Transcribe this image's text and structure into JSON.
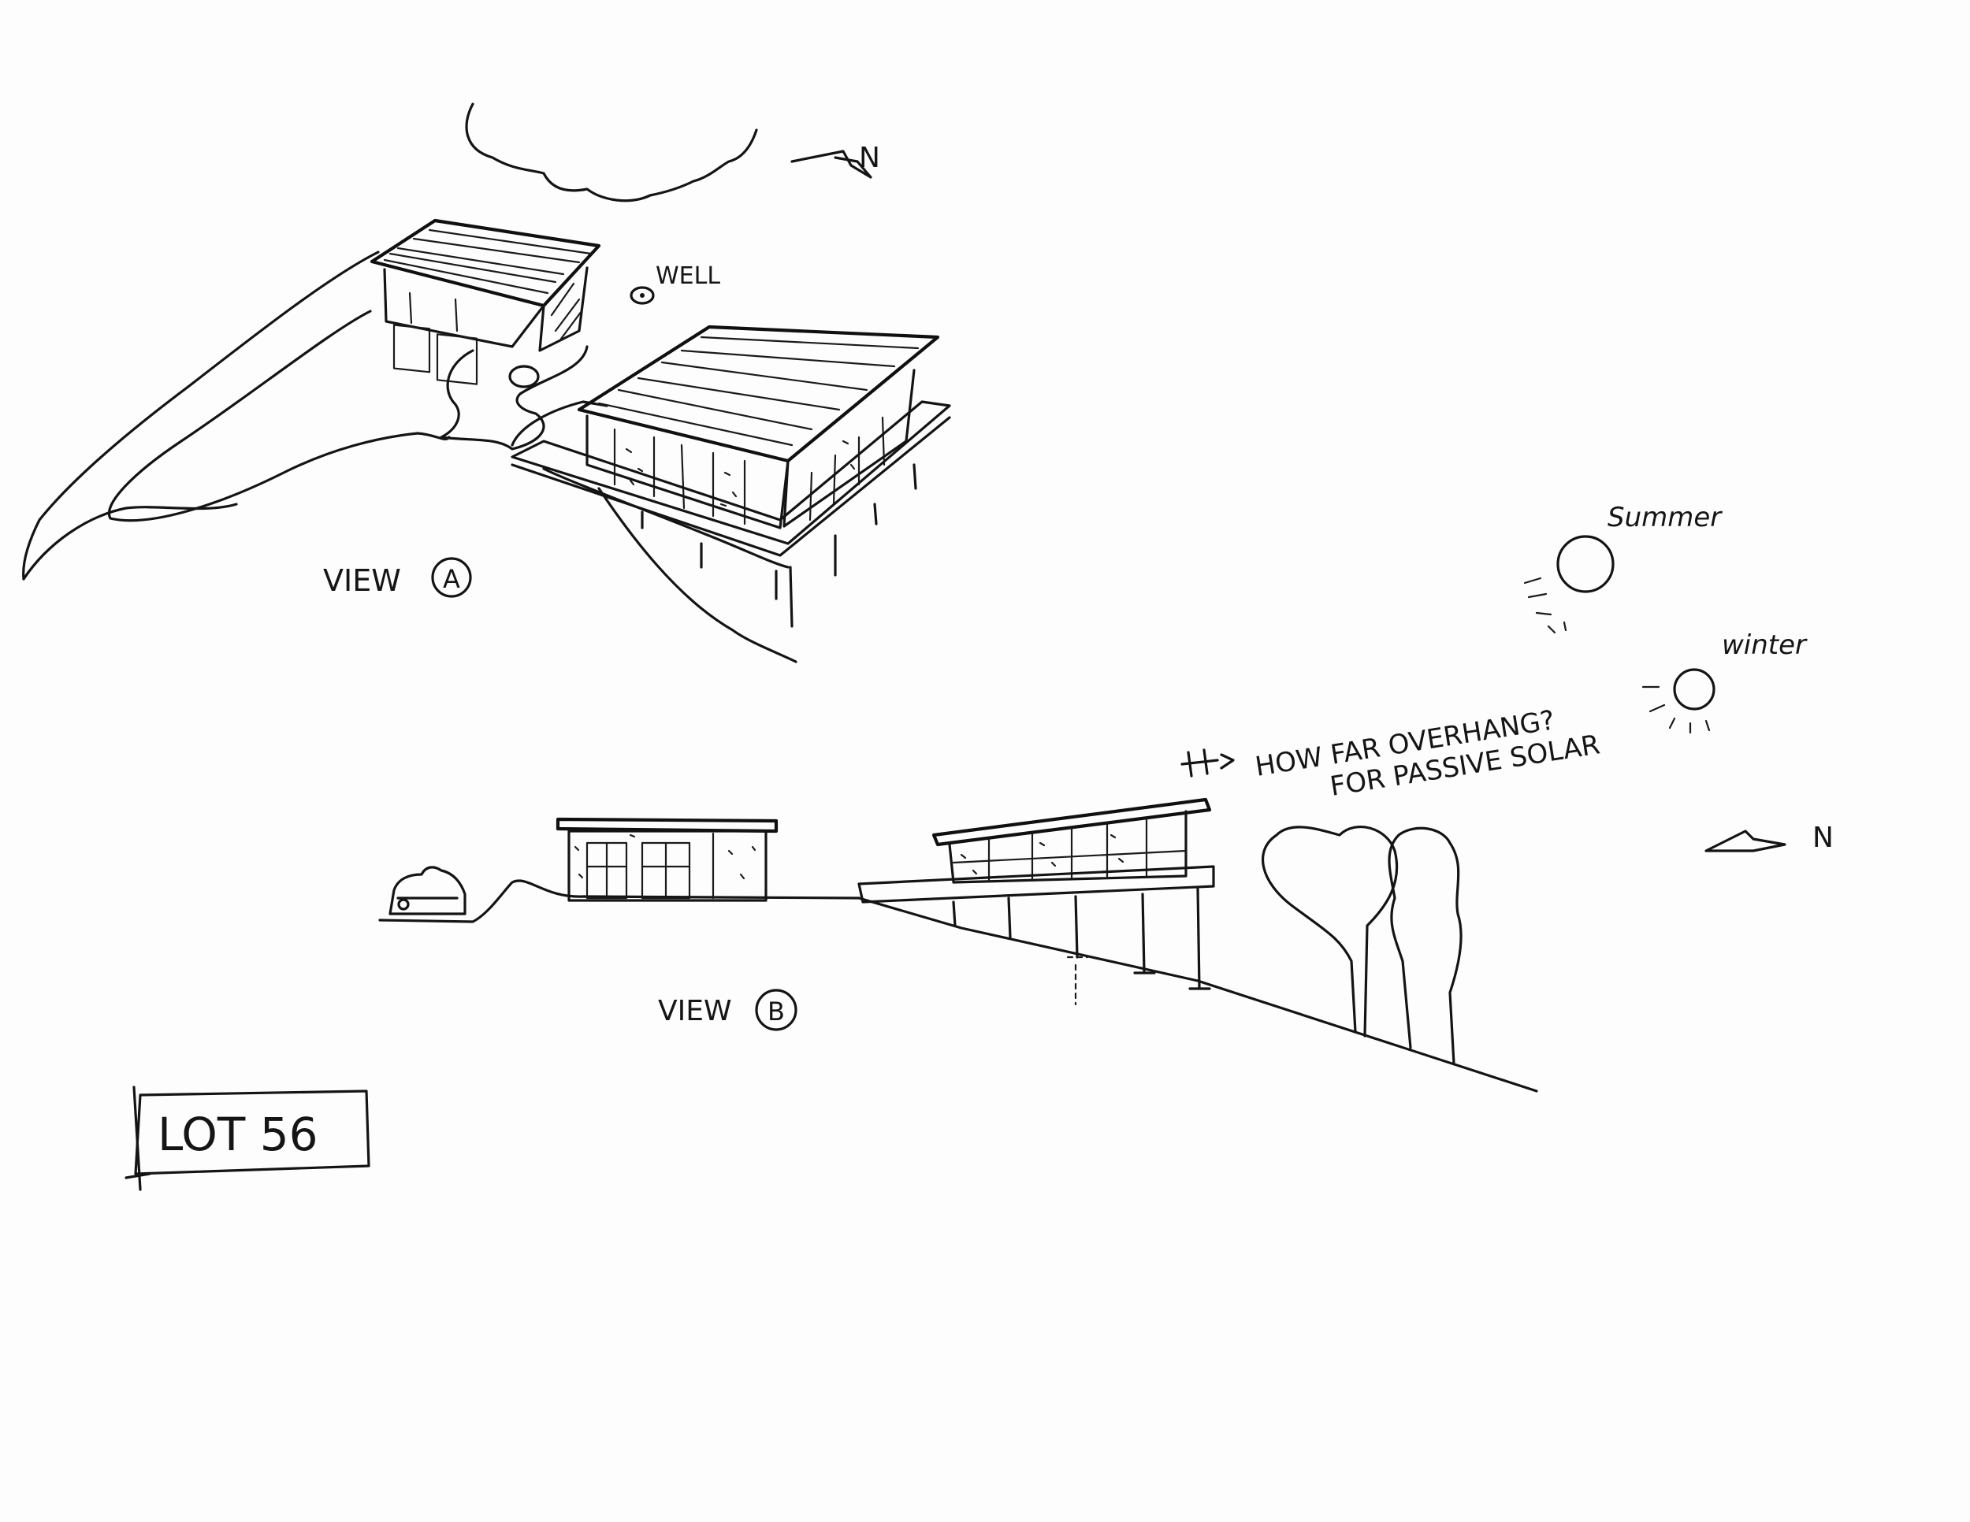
{
  "labels": {
    "well": "WELL",
    "view_a": "VIEW",
    "view_a_letter": "A",
    "view_b": "VIEW",
    "view_b_letter": "B",
    "north_top": "N",
    "north_bottom": "N",
    "summer": "Summer",
    "winter": "winter",
    "overhang_line1": "HOW FAR OVERHANG?",
    "overhang_line2": "FOR PASSIVE SOLAR",
    "lot": "LOT 56"
  },
  "colors": {
    "ink": "#141414",
    "paper": "#fdfdfd"
  }
}
